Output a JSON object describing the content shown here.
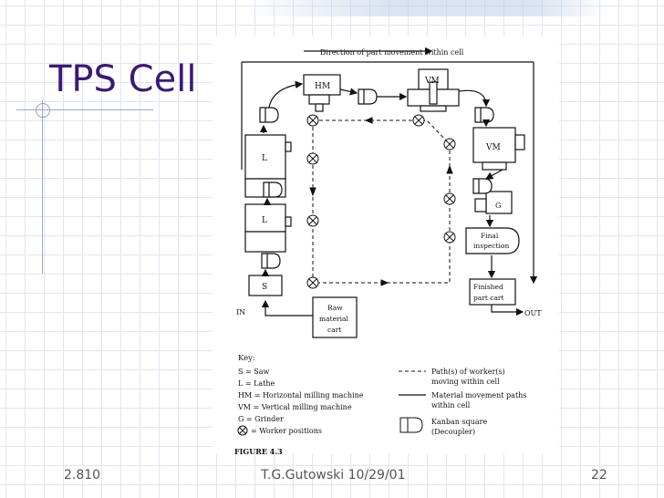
{
  "slide": {
    "title": "TPS Cell",
    "footer_left": "2.810",
    "footer_center": "T.G.Gutowski   10/29/01",
    "footer_right": "22"
  },
  "diagram": {
    "direction_label": "Direction of part movement within cell",
    "in_label": "IN",
    "out_label": "OUT",
    "machines": {
      "hm": "HM",
      "vm_top": "VM",
      "vm_right": "VM",
      "lathe_upper": "L",
      "lathe_lower": "L",
      "saw": "S",
      "grinder": "G"
    },
    "final_inspection": [
      "Final",
      "inspection"
    ],
    "finished_cart": [
      "Finished",
      "part cart"
    ],
    "raw_cart": [
      "Raw",
      "material",
      "cart"
    ],
    "key": {
      "heading": "Key:",
      "left": [
        "S   = Saw",
        "L   = Lathe",
        "HM = Horizontal milling machine",
        "VM = Vertical milling machine",
        "G   = Grinder",
        "= Worker positions"
      ],
      "right": [
        "Path(s) of worker(s)",
        "moving within cell",
        "Material movement paths",
        "within cell",
        "Kanban square",
        "(Decoupler)"
      ]
    },
    "figure_caption": "FIGURE 4.3"
  }
}
